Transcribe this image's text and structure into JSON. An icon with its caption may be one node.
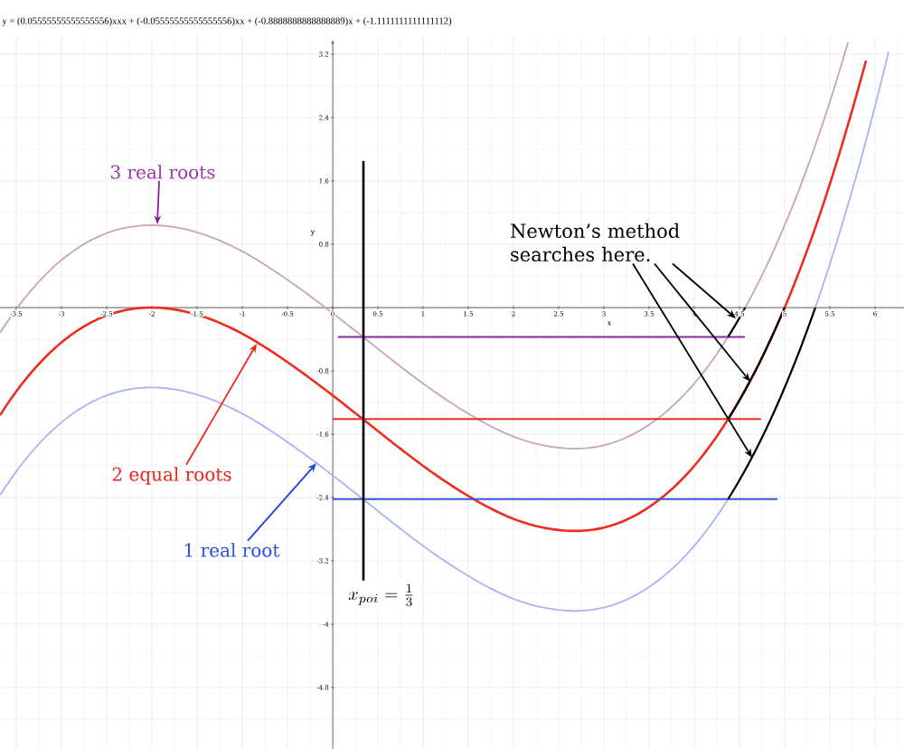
{
  "diagram": {
    "title": "y = (0.05555555555555556)xxx + (-0.05555555555555556)xx + (-0.8888888888888889)x + (-1.1111111111111112)",
    "nodes": [
      {
        "text": [
          "3 real roots"
        ]
      },
      {
        "text": [
          "2 equal roots"
        ]
      },
      {
        "text": [
          "1 real root"
        ]
      },
      {
        "text": [
          "Newton’s method searches here."
        ]
      },
      {
        "text": [
          "x_{poi} = \\frac{1}{3}"
        ]
      }
    ],
    "edges": [
      {
        "from": 0,
        "to": null,
        "arrow": "to",
        "color": "#8a1f9c"
      },
      {
        "from": 1,
        "to": null,
        "arrow": "to",
        "color": "#e8281c"
      },
      {
        "from": 2,
        "to": null,
        "arrow": "to",
        "color": "#1f3fe0"
      },
      {
        "from": 3,
        "to": null,
        "arrow": "to"
      },
      {
        "from": 3,
        "to": null,
        "arrow": "to"
      },
      {
        "from": 3,
        "to": null,
        "arrow": "to"
      },
      {
        "from": 4,
        "to": null,
        "arrow": "none"
      }
    ],
    "chart_data": {
      "type": "line",
      "xlabel": "x",
      "ylabel": "y",
      "x": [
        -3.68,
        -3.5,
        -3,
        -2.5,
        -2,
        -1.5,
        -1,
        -0.5,
        0,
        0.5,
        1,
        1.5,
        2,
        2.5,
        3,
        3.5,
        4,
        4.5,
        5,
        5.5,
        5.7,
        5.9,
        6,
        6.15
      ],
      "series": [
        {
          "color": "#c9a3bd",
          "values": [
            -0.32,
            -0.02,
            0.6,
            0.94,
            1.04,
            0.95,
            0.71,
            0.35,
            -0.07,
            -0.52,
            -0.96,
            -1.34,
            -1.63,
            -1.77,
            -1.74,
            -1.48,
            -0.96,
            -0.13,
            1.04,
            2.6,
            3.35,
            null,
            null,
            null
          ]
        },
        {
          "color": "#ee2b1c",
          "values": [
            -1.36,
            -1.06,
            -0.44,
            -0.1,
            0,
            -0.09,
            -0.33,
            -0.69,
            -1.11,
            -1.56,
            -2.0,
            -2.38,
            -2.67,
            -2.81,
            -2.78,
            -2.52,
            -2.0,
            -1.17,
            0,
            1.56,
            2.31,
            3.12,
            null,
            null
          ]
        },
        {
          "color": "#a9b3f4",
          "values": [
            -2.37,
            -2.07,
            -1.45,
            -1.11,
            -1.01,
            -1.1,
            -1.34,
            -1.7,
            -2.12,
            -2.57,
            -3.01,
            -3.39,
            -3.68,
            -3.82,
            -3.79,
            -3.53,
            -3.01,
            -2.18,
            -1.01,
            0.55,
            1.3,
            2.11,
            2.55,
            3.23
          ]
        }
      ],
      "grid": true,
      "ref_lines": [
        {
          "axis": "y",
          "value": -0.37,
          "color": "#8a2aa0"
        },
        {
          "axis": "y",
          "value": -1.41,
          "color": "#ee2b1c"
        },
        {
          "axis": "y",
          "value": -2.42,
          "color": "#2f55d8"
        }
      ],
      "xlim": [
        -3.68,
        6.32
      ],
      "ylim": [
        -5.577,
        3.429
      ],
      "xticks": [
        -3.5,
        -3,
        -2.5,
        -2,
        -1.5,
        -1,
        -0.5,
        0,
        0.5,
        1,
        1.5,
        2,
        2.5,
        3,
        3.5,
        4,
        4.5,
        5,
        5.5,
        6
      ],
      "yticks": [
        3.2,
        2.4,
        1.6,
        0.8,
        -0.8,
        -1.6,
        -2.4,
        -3.2,
        -4,
        -4.8
      ]
    }
  }
}
